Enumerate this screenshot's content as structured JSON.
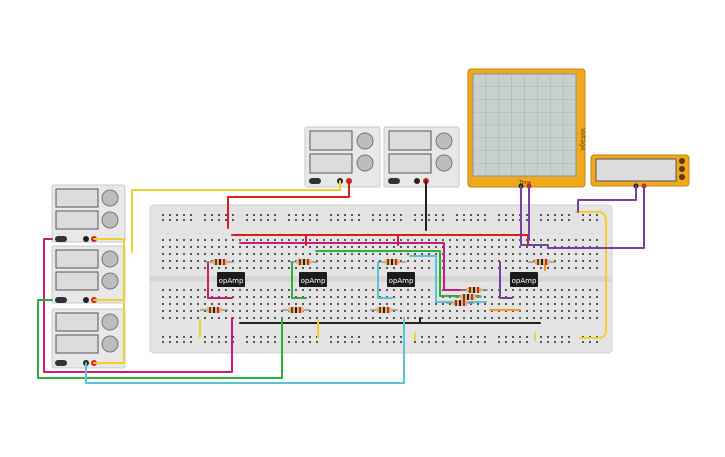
{
  "canvas": {
    "background": "#ffffff"
  },
  "colors": {
    "breadboard": "#e4e4e4",
    "psu_body": "#e8e8e8",
    "screen": "#dcdcdc",
    "scope_frame": "#f0a81e",
    "scope_screen": "#c8cfcf",
    "chip": "#1b1b1b",
    "wire_red": "#d81e1e",
    "wire_black": "#222222",
    "wire_yellow": "#f2cf2a",
    "wire_magenta": "#c81e7a",
    "wire_green": "#2fae3a",
    "wire_cyan": "#5bc0d8",
    "wire_purple": "#7b3fa0",
    "wire_orange": "#f09820"
  },
  "chips": [
    {
      "label": "opAmp"
    },
    {
      "label": "opAmp"
    },
    {
      "label": "opAmp"
    },
    {
      "label": "opAmp"
    }
  ],
  "oscilloscope": {
    "label": "Voltage",
    "time_label": "Time"
  },
  "multimeter": {
    "icons": [
      "voltage-mode-icon",
      "current-mode-icon",
      "resistance-mode-icon"
    ]
  },
  "power_supplies": [
    {
      "name": "supply-top-1"
    },
    {
      "name": "supply-top-2"
    },
    {
      "name": "supply-left-1"
    },
    {
      "name": "supply-left-2"
    },
    {
      "name": "supply-left-3"
    }
  ]
}
